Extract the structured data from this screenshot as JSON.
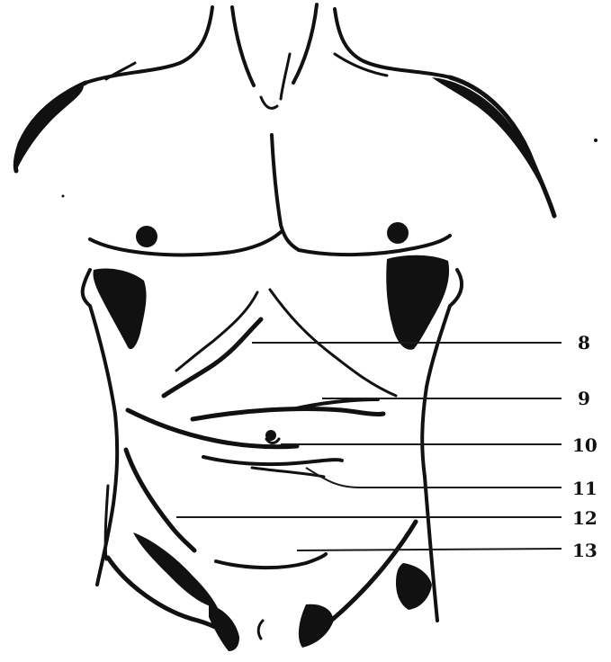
{
  "figure": {
    "ink_color": "#111111",
    "background": "#ffffff",
    "labels": [
      {
        "id": "label-8",
        "text": "8"
      },
      {
        "id": "label-9",
        "text": "9"
      },
      {
        "id": "label-10",
        "text": "10"
      },
      {
        "id": "label-11",
        "text": "11"
      },
      {
        "id": "label-12",
        "text": "12"
      },
      {
        "id": "label-13",
        "text": "13"
      }
    ]
  }
}
